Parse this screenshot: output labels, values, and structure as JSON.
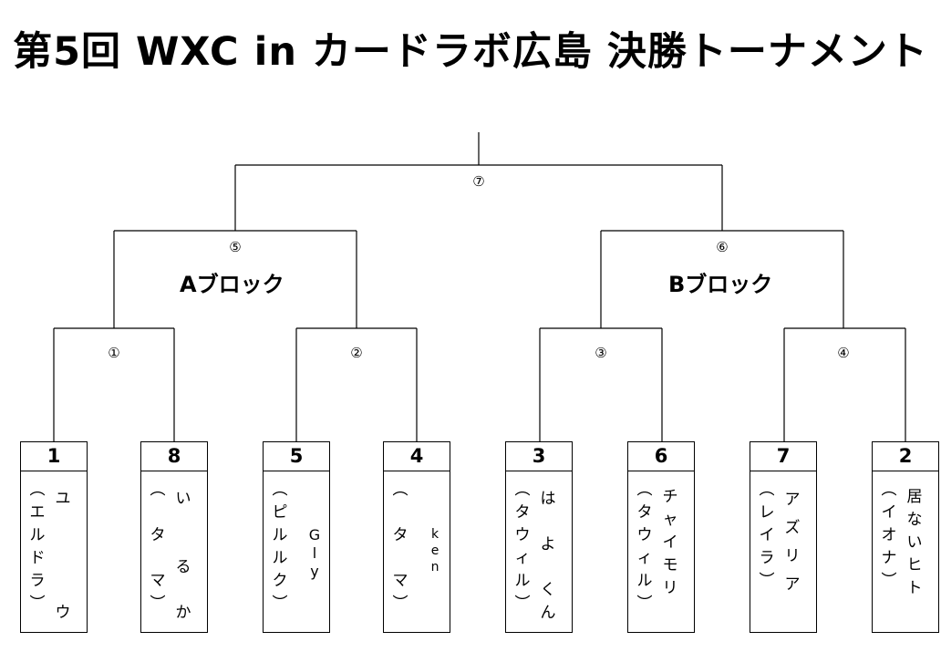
{
  "title": "第5回 WXC in カードラボ広島 決勝トーナメント",
  "blocks": {
    "a": "Aブロック",
    "b": "Bブロック"
  },
  "matches": {
    "m1": "①",
    "m2": "②",
    "m3": "③",
    "m4": "④",
    "m5": "⑤",
    "m6": "⑥",
    "m7": "⑦"
  },
  "players": [
    {
      "seed": "1",
      "team": "︵\nエ\nル\nド\nラ\n︶",
      "name": "ユ\n\n\n\n\nウ"
    },
    {
      "seed": "8",
      "team": "︵\n\nタ\n\nマ\n︶",
      "name": "い\n\n\nる\n\nか"
    },
    {
      "seed": "5",
      "team": "︵\nピ\nル\nル\nク\n︶",
      "name": "G\nl\ny"
    },
    {
      "seed": "4",
      "team": "︵\n\nタ\n\nマ\n︶",
      "name": "k\ne\nn"
    },
    {
      "seed": "3",
      "team": "︵\nタ\nウ\nィ\nル\n︶",
      "name": "は\n\nよ\n\nく\nん"
    },
    {
      "seed": "6",
      "team": "︵\nタ\nウ\nィ\nル\n︶",
      "name": "チ\nャ\nイ\nモ\nリ"
    },
    {
      "seed": "7",
      "team": "︵\nレ\nイ\nラ\n︶",
      "name": "ア\nズ\nリ\nア"
    },
    {
      "seed": "2",
      "team": "︵\nイ\nオ\nナ\n︶",
      "name": "居\nな\nい\nヒ\nト"
    }
  ]
}
